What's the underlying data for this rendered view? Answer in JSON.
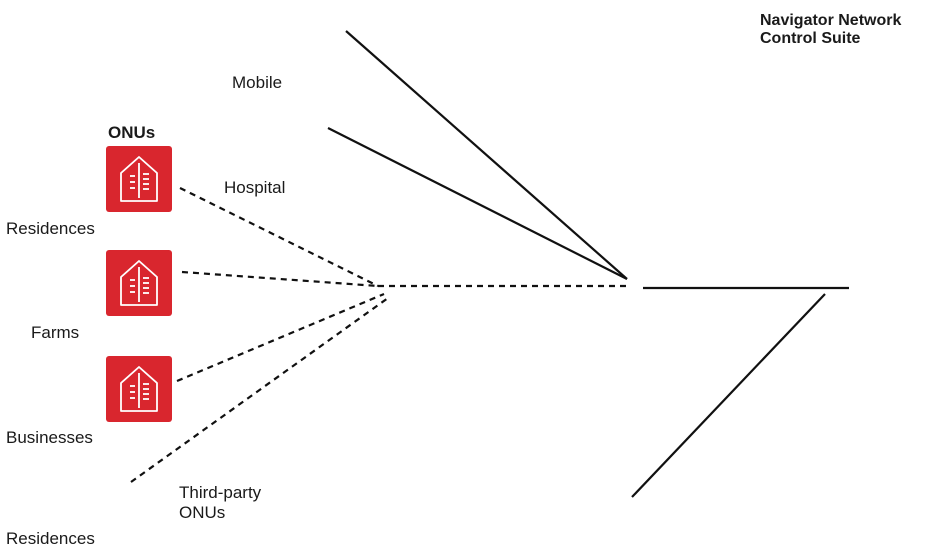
{
  "header": {
    "title": "Navigator Network\nControl Suite"
  },
  "onu_group": {
    "heading": "ONUs",
    "accent_color": "#d9262e",
    "icon_name": "building-icon",
    "units": [
      {
        "label": "Residences"
      },
      {
        "label": "Farms"
      },
      {
        "label": "Businesses"
      }
    ]
  },
  "connections": {
    "mobile_label": "Mobile",
    "hospital_label": "Hospital",
    "third_party_label": "Third-party\nONUs",
    "third_party_sub_label": "Residences"
  },
  "colors": {
    "line": "#111111",
    "text": "#1a1a1a"
  }
}
